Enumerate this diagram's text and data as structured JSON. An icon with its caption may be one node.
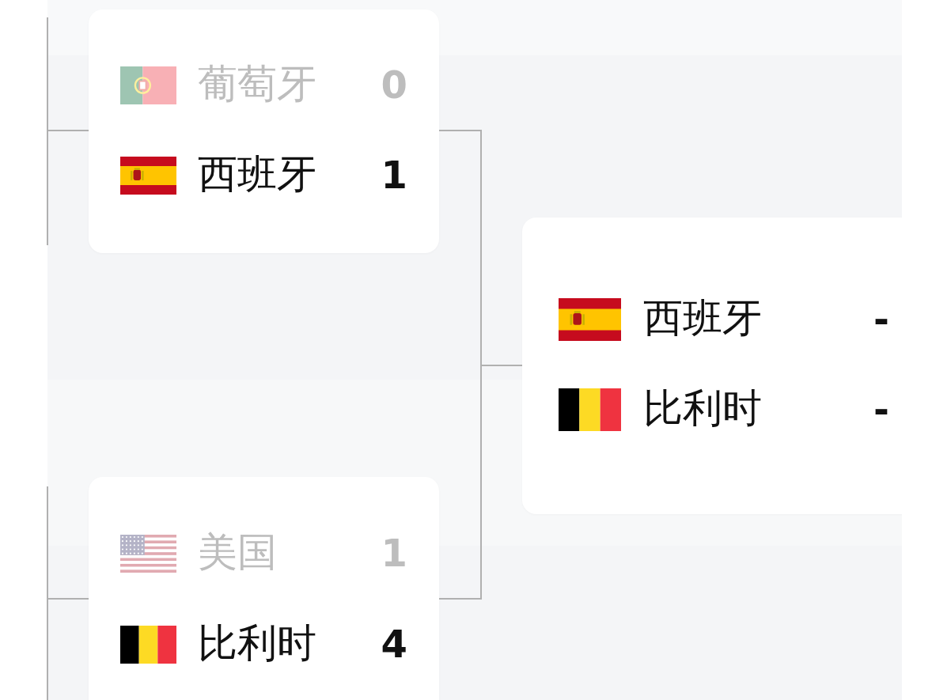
{
  "diagram": {
    "nodes": [
      {
        "text": [
          "葡萄牙",
          "0",
          "西班牙",
          "1"
        ]
      },
      {
        "text": [
          "美国",
          "1",
          "比利时",
          "4"
        ]
      },
      {
        "text": [
          "西班牙",
          "-",
          "比利时",
          "-"
        ]
      }
    ],
    "edges": [
      {
        "from": null,
        "to": 0,
        "arrow": "none"
      },
      {
        "from": null,
        "to": 1,
        "arrow": "none"
      },
      {
        "from": 0,
        "to": 2,
        "arrow": "none"
      },
      {
        "from": 1,
        "to": 2,
        "arrow": "none"
      }
    ]
  }
}
